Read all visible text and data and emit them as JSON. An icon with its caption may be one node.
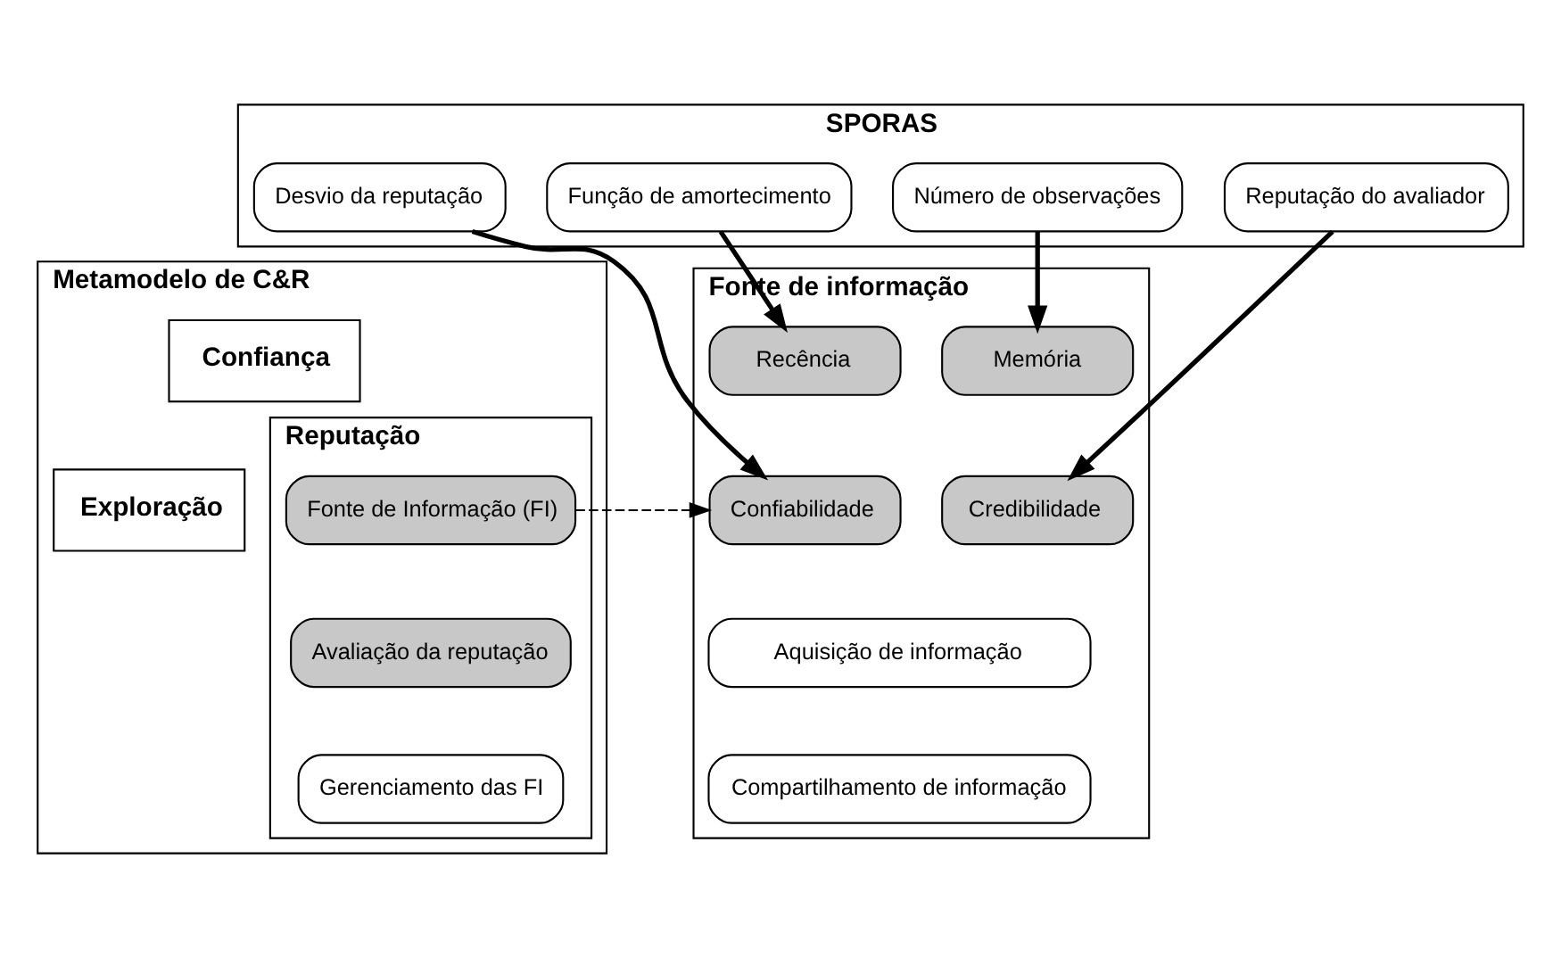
{
  "diagram": {
    "nodes": [
      {
        "text": [
          "SPORAS"
        ]
      },
      {
        "text": [
          "Desvio da reputação"
        ],
        "in": 0
      },
      {
        "text": [
          "Função de amortecimento"
        ],
        "in": 0
      },
      {
        "text": [
          "Número de observações"
        ],
        "in": 0
      },
      {
        "text": [
          "Reputação do avaliador"
        ],
        "in": 0
      },
      {
        "text": [
          "Metamodelo de C&R"
        ]
      },
      {
        "text": [
          "Confiança"
        ],
        "in": 5
      },
      {
        "text": [
          "Exploração"
        ],
        "in": 5
      },
      {
        "text": [
          "Reputação"
        ],
        "in": 5
      },
      {
        "text": [
          "Fonte de Informação (FI)"
        ],
        "in": 8
      },
      {
        "text": [
          "Avaliação da reputação"
        ],
        "in": 8
      },
      {
        "text": [
          "Gerenciamento das FI"
        ],
        "in": 8
      },
      {
        "text": [
          "Fonte de informação"
        ]
      },
      {
        "text": [
          "Recência"
        ],
        "in": 12
      },
      {
        "text": [
          "Memória"
        ],
        "in": 12
      },
      {
        "text": [
          "Confiabilidade"
        ],
        "in": 12
      },
      {
        "text": [
          "Credibilidade"
        ],
        "in": 12
      },
      {
        "text": [
          "Aquisição de informação"
        ],
        "in": 12
      },
      {
        "text": [
          "Compartilhamento de informação"
        ],
        "in": 12
      }
    ],
    "edges": [
      {
        "from": 1,
        "to": 15,
        "arrow": "to"
      },
      {
        "from": 2,
        "to": 13,
        "arrow": "to"
      },
      {
        "from": 3,
        "to": 14,
        "arrow": "to"
      },
      {
        "from": 4,
        "to": 16,
        "arrow": "to"
      },
      {
        "from": 9,
        "to": 15,
        "arrow": "to",
        "style": "dashed"
      }
    ]
  }
}
